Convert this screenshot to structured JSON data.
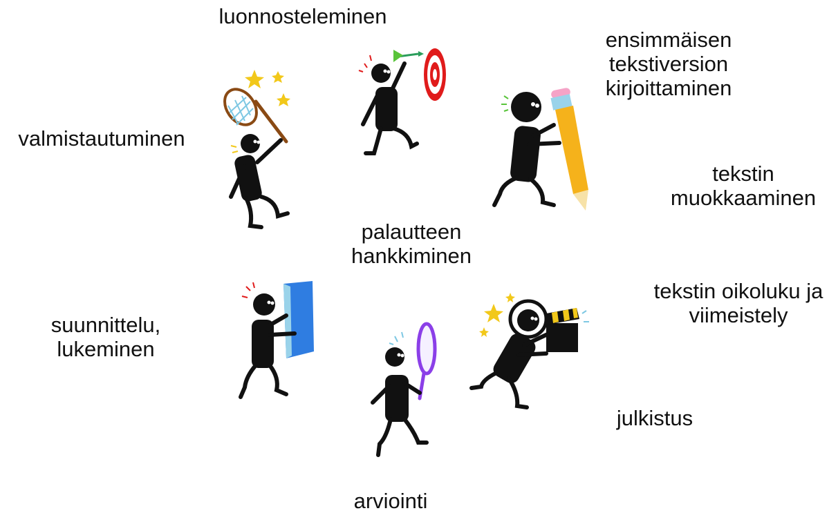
{
  "labels": {
    "luonnosteleminen": "luonnosteleminen",
    "ensimmainen_versio": "ensimmäisen\ntekstiversion\nkirjoittaminen",
    "valmistautuminen": "valmistautuminen",
    "muokkaaminen": "tekstin\nmuokkaaminen",
    "palaute": "palautteen\nhankkiminen",
    "oikoluku": "tekstin oikoluku ja\nviimeistely",
    "suunnittelu": "suunnittelu,\nlukeminen",
    "julkistus": "julkistus",
    "arviointi": "arviointi"
  },
  "figures": [
    {
      "name": "stick-figure-butterfly-net",
      "prop": "butterfly-net-icon"
    },
    {
      "name": "stick-figure-dart",
      "prop": "dart-target-icon"
    },
    {
      "name": "stick-figure-pencil",
      "prop": "pencil-icon"
    },
    {
      "name": "stick-figure-book",
      "prop": "book-icon"
    },
    {
      "name": "stick-figure-magnifier",
      "prop": "magnifying-glass-icon"
    },
    {
      "name": "stick-figure-clapperboard",
      "prop": "clapperboard-icon"
    }
  ],
  "colors": {
    "figure": "#111111",
    "net": "#8a4a14",
    "net_mesh": "#7ec8e3",
    "star": "#f2c81a",
    "target_red": "#e01b1b",
    "dart": "#2a9d5b",
    "pencil": "#f5b21b",
    "pencil_eraser": "#f5a3c7",
    "pencil_band": "#9ad3ea",
    "book": "#2f7de1",
    "magnifier": "#8b3fe8",
    "spark_red": "#e01b1b",
    "spark_green": "#59c43a",
    "spark_blue": "#7ec8e3",
    "clapper_yellow": "#f2c81a"
  }
}
